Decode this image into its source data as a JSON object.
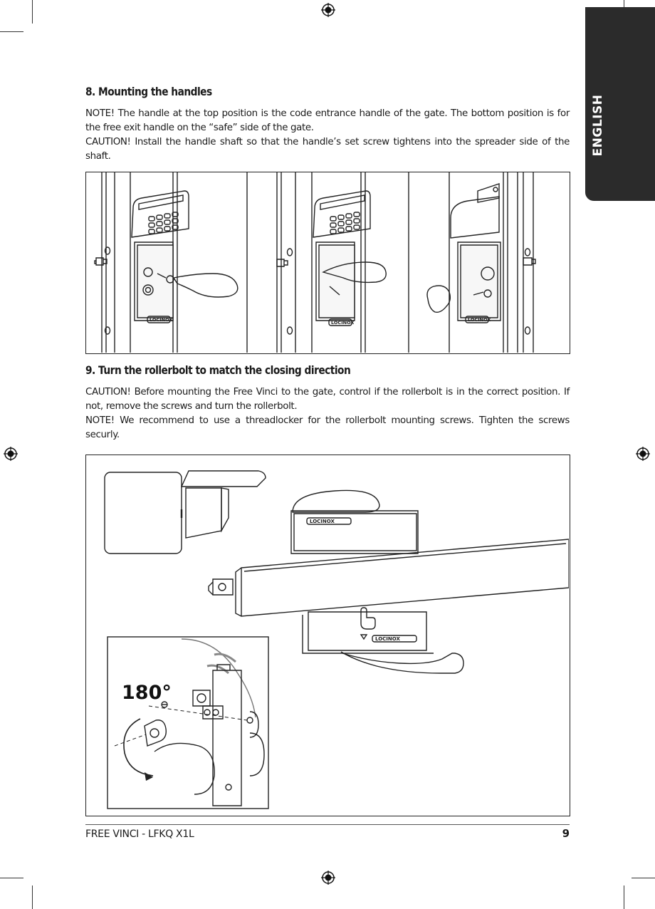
{
  "language_tab": "ENGLISH",
  "section8": {
    "heading": "8. Mounting the handles",
    "paragraphs": [
      "NOTE! The handle at the top position is the code entrance handle of the gate. The bottom position is for the free exit handle on the “safe” side of the gate.",
      "CAUTION! Install the handle shaft so that the handle’s set screw tightens into the spreader side of the shaft."
    ],
    "brand_marks": [
      "LOCINOX",
      "LOCINOX",
      "LOCINOX"
    ]
  },
  "section9": {
    "heading": "9. Turn the rollerbolt to match the closing direction",
    "paragraphs": [
      "CAUTION! Before mounting the Free Vinci to the gate, control if the rollerbolt is in the correct position. If not, remove the screws and turn the rollerbolt.",
      "NOTE! We recommend to use a threadlocker for the rollerbolt mounting screws. Tighten the screws securly."
    ],
    "rotation_label": "180°",
    "brand_marks": [
      "LOCINOX",
      "LOCINOX"
    ]
  },
  "footer": {
    "product": "FREE VINCI - LFKQ X1L",
    "page_number": "9"
  },
  "colors": {
    "tab_background": "#2b2b2b",
    "text": "#1a1a1a",
    "line_art": "#222222"
  },
  "icons": [
    "registration-mark-icon",
    "crop-mark-icon",
    "pointing-hand-icon",
    "rotation-arrow-icon",
    "screw-icon"
  ]
}
